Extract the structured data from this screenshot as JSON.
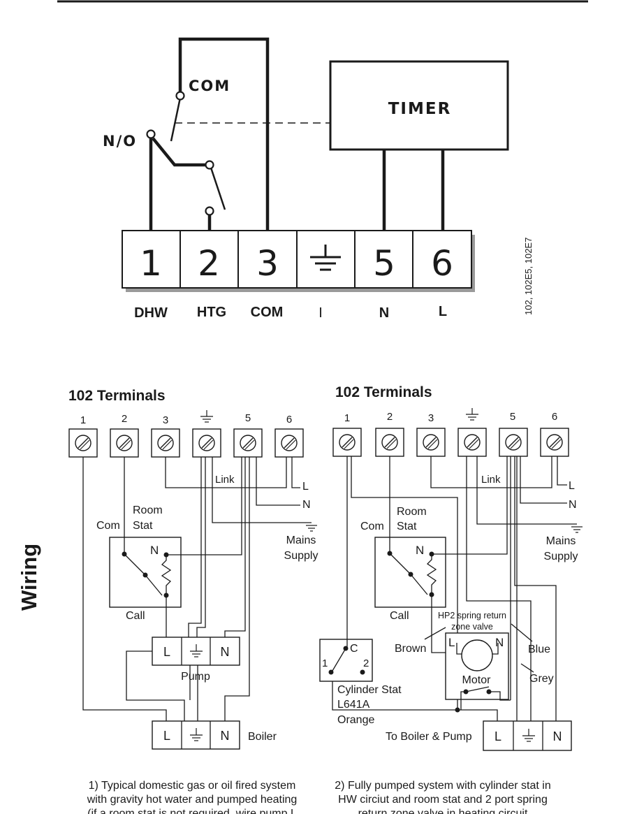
{
  "top": {
    "com_label": "COM",
    "no_label": "N/O",
    "timer_label": "TIMER",
    "terminals": [
      "1",
      "2",
      "3",
      "",
      "5",
      "6"
    ],
    "terminal_labels": [
      "DHW",
      "HTG",
      "COM",
      "I",
      "N",
      "L"
    ],
    "model_code": "102, 102E5, 102E7"
  },
  "side_title": "Wiring",
  "left": {
    "title": "102 Terminals",
    "terminal_numbers": [
      "1",
      "2",
      "3",
      "",
      "5",
      "6"
    ],
    "link": "Link",
    "mains_l": "L",
    "mains_n": "N",
    "mains_supply_1": "Mains",
    "mains_supply_2": "Supply",
    "room_stat_1": "Room",
    "room_stat_2": "Stat",
    "com": "Com",
    "n": "N",
    "call": "Call",
    "pump_l": "L",
    "pump_n": "N",
    "pump": "Pump",
    "boiler_l": "L",
    "boiler_n": "N",
    "boiler": "Boiler",
    "caption": [
      "1) Typical domestic gas or oil fired system",
      "with gravity hot water and pumped heating",
      "(if a room stat is not required, wire pump L"
    ]
  },
  "right": {
    "title": "102 Terminals",
    "terminal_numbers": [
      "1",
      "2",
      "3",
      "",
      "5",
      "6"
    ],
    "link": "Link",
    "mains_l": "L",
    "mains_n": "N",
    "mains_supply_1": "Mains",
    "mains_supply_2": "Supply",
    "room_stat_1": "Room",
    "room_stat_2": "Stat",
    "com": "Com",
    "n": "N",
    "call": "Call",
    "valve_1": "HP2 spring return",
    "valve_2": "zone valve",
    "valve_l": "L",
    "valve_n": "N",
    "brown": "Brown",
    "blue": "Blue",
    "grey": "Grey",
    "motor": "Motor",
    "cyl_c": "C",
    "cyl_1": "1",
    "cyl_2": "2",
    "cyl_stat_1": "Cylinder Stat",
    "cyl_stat_2": "L641A",
    "orange": "Orange",
    "to_boiler": "To Boiler & Pump",
    "boiler_l": "L",
    "boiler_n": "N",
    "caption": [
      "2) Fully pumped system with cylinder stat in",
      "HW circiut and room stat and 2 port spring",
      "return zone valve in heating circuit"
    ]
  }
}
